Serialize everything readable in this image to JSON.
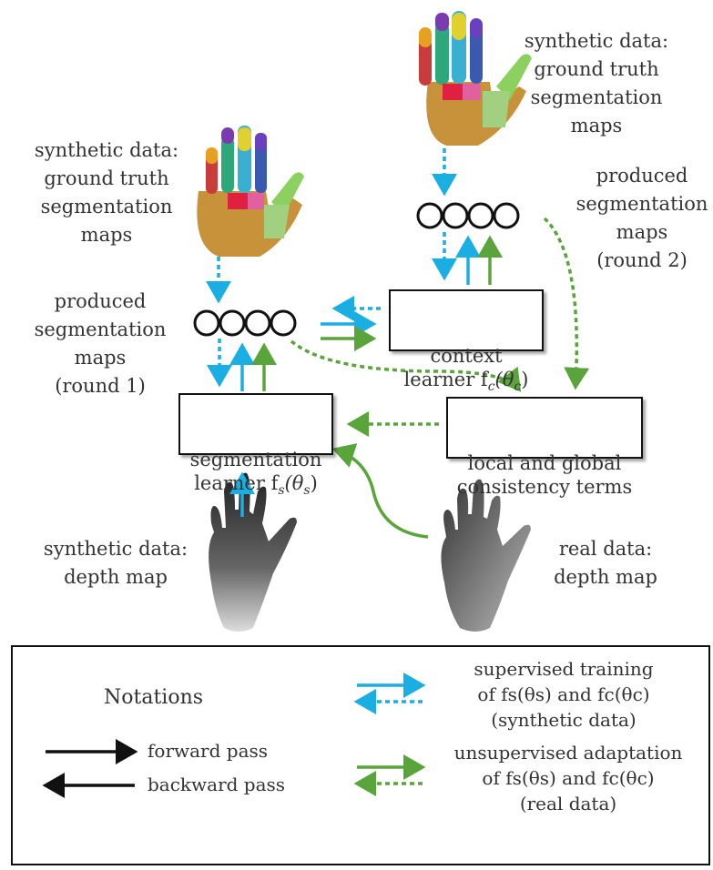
{
  "labels": {
    "synth_gt_top": "synthetic data:\nground truth\nsegmentation\nmaps",
    "synth_gt_left": "synthetic data:\nground truth\nsegmentation\nmaps",
    "produced_round2": "produced\nsegmentation\nmaps\n(round 2)",
    "produced_round1": "produced\nsegmentation\nmaps\n(round 1)",
    "synth_depth": "synthetic data:\ndepth map",
    "real_depth": "real data:\ndepth map"
  },
  "boxes": {
    "context_learner": "context\nlearner f",
    "context_sub": "c",
    "context_theta": "(θ",
    "context_theta_sub": "c",
    "segmentation_learner": "segmentation\nlearner f",
    "seg_sub": "s",
    "seg_theta": "(θ",
    "seg_theta_sub": "s",
    "consistency": "local and global\nconsistency terms"
  },
  "legend": {
    "title": "Notations",
    "forward": "forward pass",
    "backward": "backward pass",
    "supervised": "supervised training\nof fs(θs) and fc(θc)\n(synthetic data)",
    "unsupervised": "unsupervised adaptation\nof fs(θs) and fc(θc)\n(real data)"
  },
  "colors": {
    "blue": "#1aaee3",
    "green": "#5aa43c",
    "black": "#111111",
    "skin": "#c8923a"
  }
}
